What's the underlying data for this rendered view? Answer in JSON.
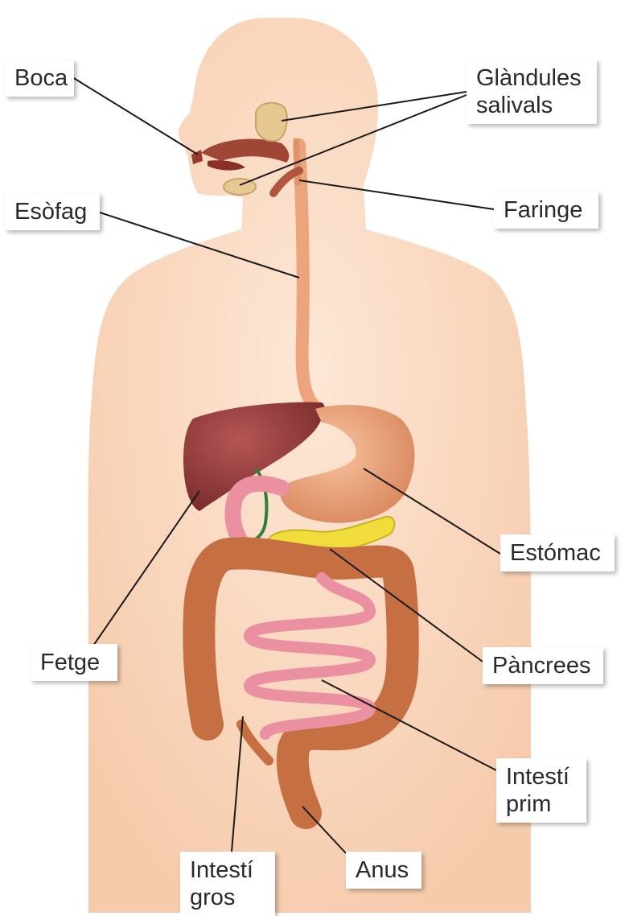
{
  "labels": {
    "boca": "Boca",
    "glandules": "Glàndules\nsalivals",
    "esofag": "Esòfag",
    "faringe": "Faringe",
    "estomac": "Estómac",
    "fetge": "Fetge",
    "pancrees": "Pàncrees",
    "intesti_prim": "Intestí\nprim",
    "intesti_gros": "Intestí\ngros",
    "anus": "Anus"
  },
  "colors": {
    "skin": "#f9d6bd",
    "skin_edge": "#f2c2a2",
    "liver": "#8e3a3a",
    "stomach": "#e69a6e",
    "esophagus": "#eba47c",
    "pancreas": "#f0dc3a",
    "small_intestine": "#eb90a0",
    "large_intestine": "#c66f42",
    "gallbladder": "#2f7f3a",
    "mouth": "#a04636",
    "gland": "#e6c890",
    "leader_line": "#1a1a1a"
  }
}
